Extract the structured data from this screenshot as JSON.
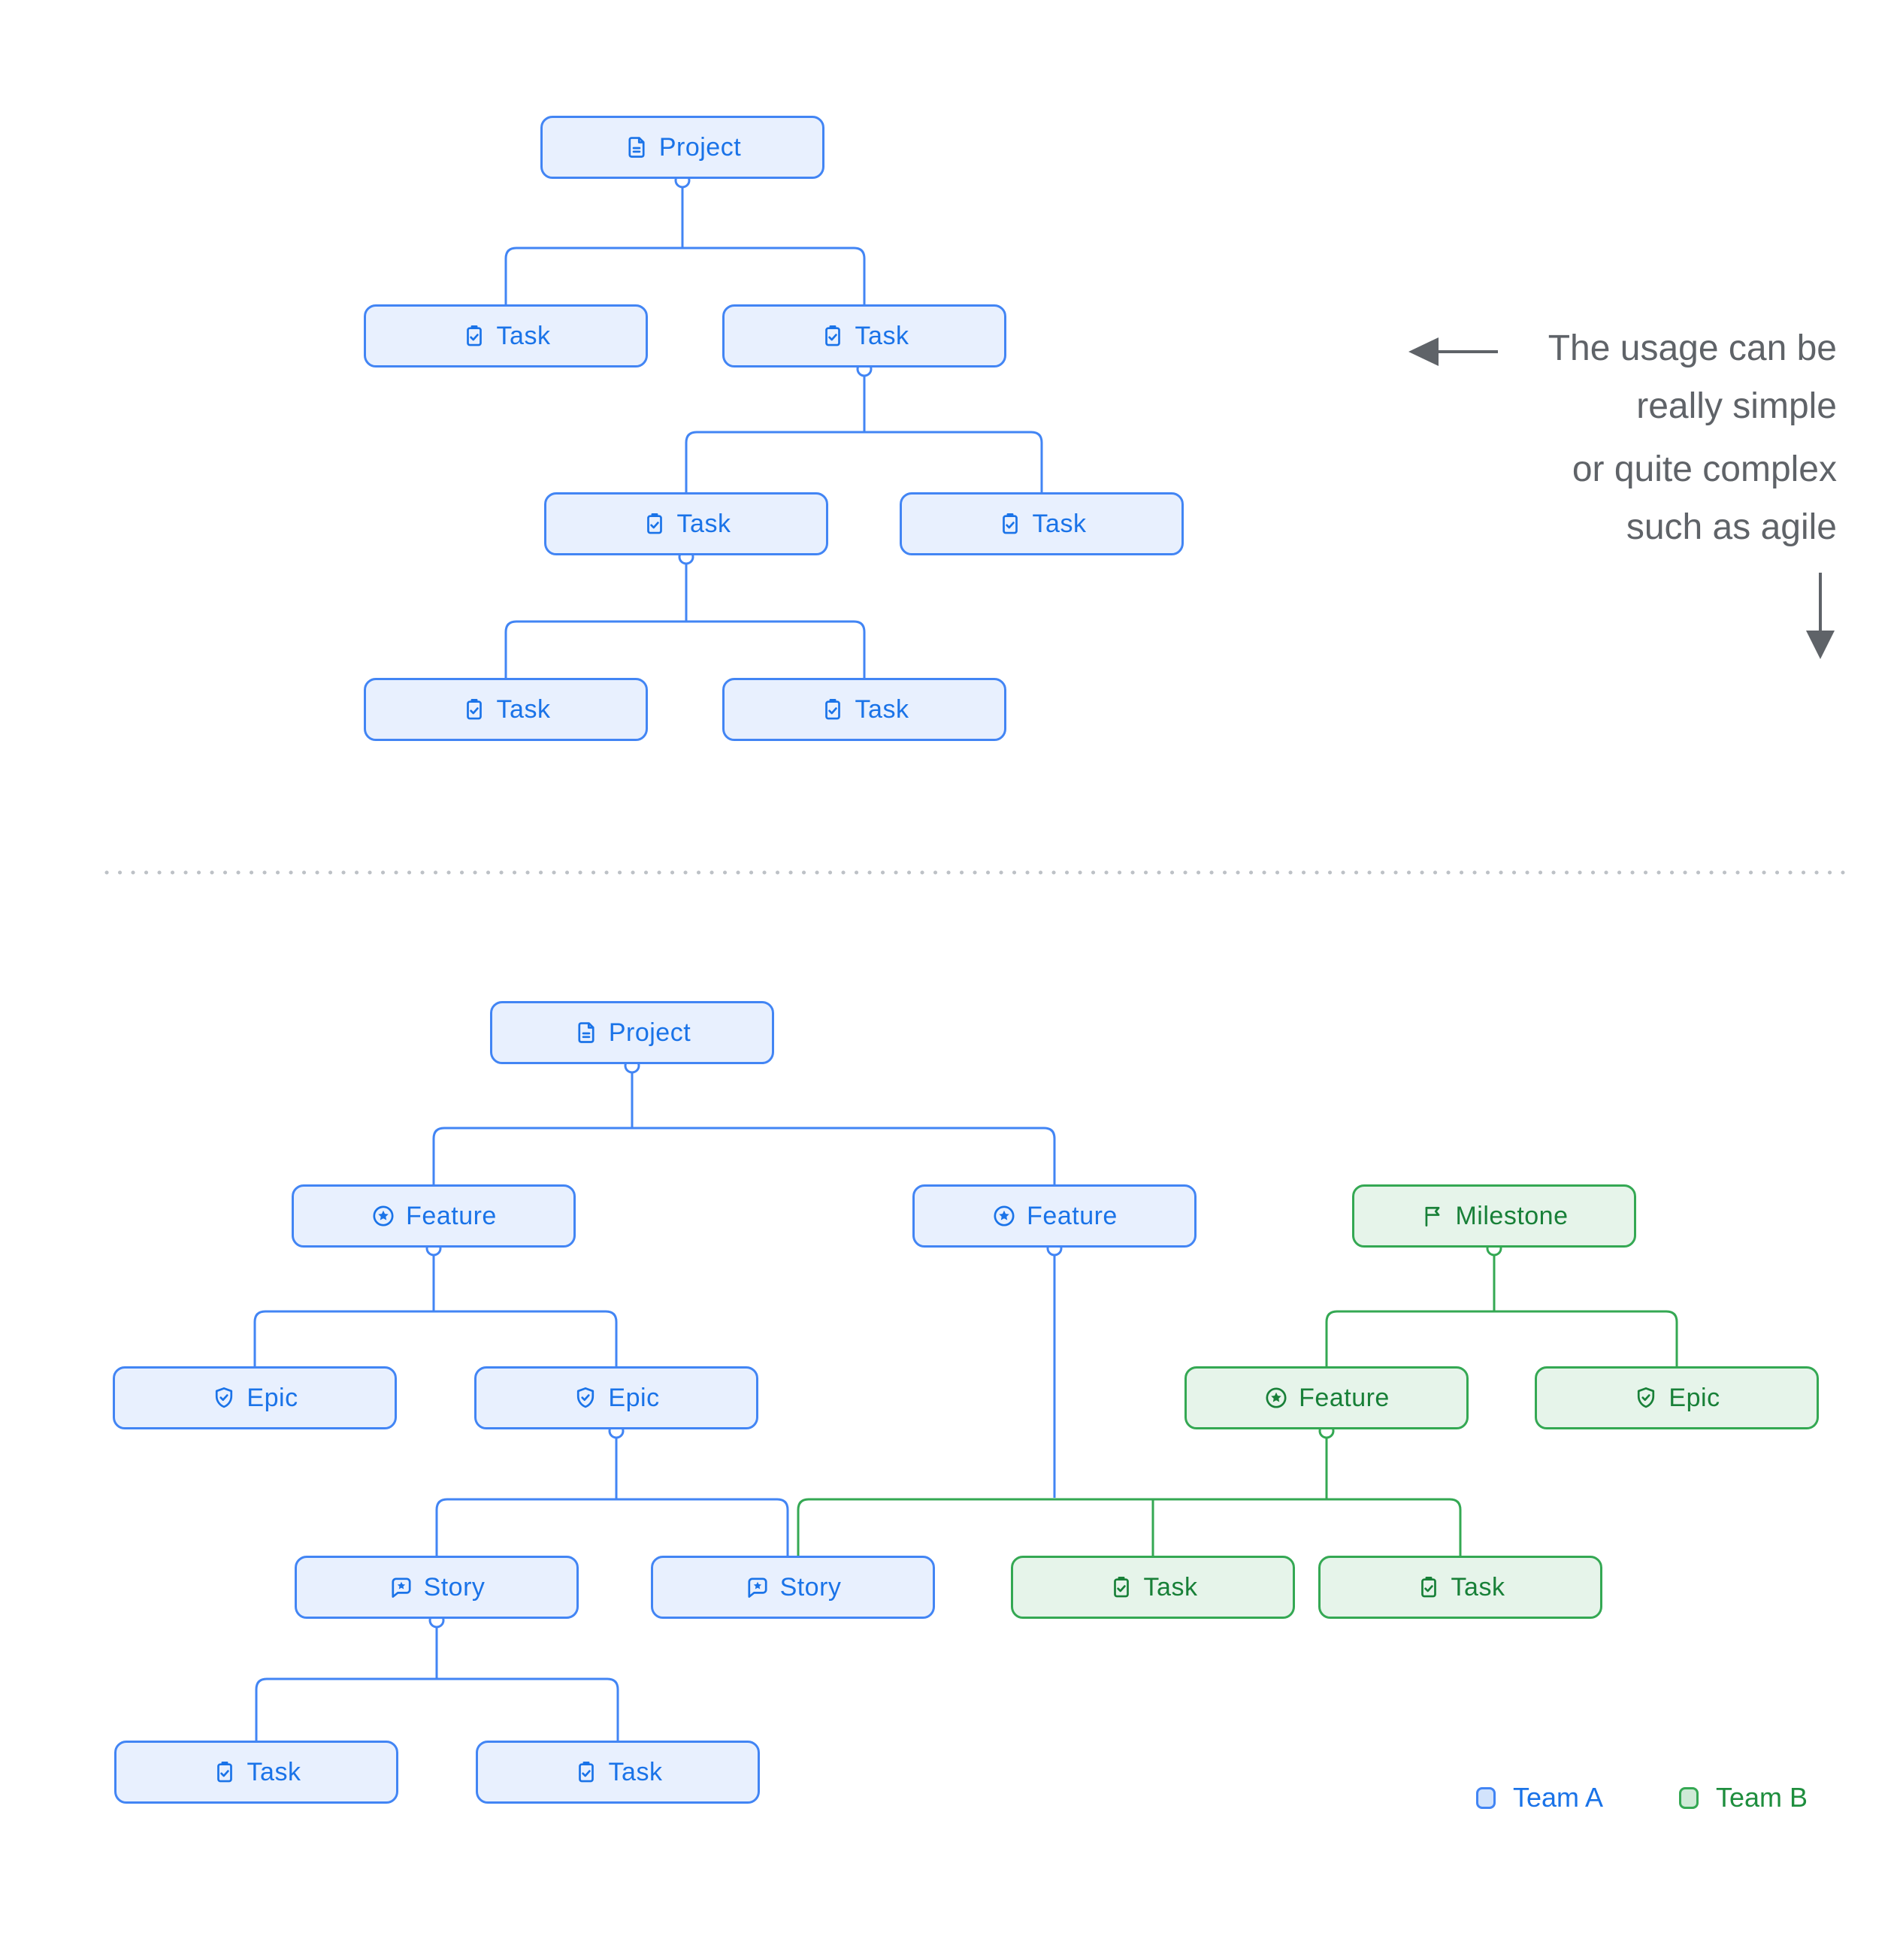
{
  "annotations": {
    "note_simple": {
      "line1": "The usage can be",
      "line2": "really simple"
    },
    "note_complex": {
      "line1": "or quite complex",
      "line2": "such as agile"
    }
  },
  "legend": {
    "team_a": {
      "label": "Team A",
      "color": "#4285f4"
    },
    "team_b": {
      "label": "Team B",
      "color": "#34a853"
    }
  },
  "colors": {
    "team_a_fill": "#e8f0fe",
    "team_a_border": "#4285f4",
    "team_a_text": "#1a73e8",
    "team_b_fill": "#e6f4ea",
    "team_b_border": "#34a853",
    "team_b_text": "#188038",
    "note_text": "#5f6368",
    "divider_dots": "#bdc1c6"
  },
  "simple_tree": {
    "nodes": [
      {
        "id": "project",
        "label": "Project",
        "icon": "project-icon",
        "team": "A"
      },
      {
        "id": "task-1",
        "label": "Task",
        "icon": "task-icon",
        "team": "A"
      },
      {
        "id": "task-2",
        "label": "Task",
        "icon": "task-icon",
        "team": "A"
      },
      {
        "id": "task-3",
        "label": "Task",
        "icon": "task-icon",
        "team": "A"
      },
      {
        "id": "task-4",
        "label": "Task",
        "icon": "task-icon",
        "team": "A"
      },
      {
        "id": "task-5",
        "label": "Task",
        "icon": "task-icon",
        "team": "A"
      },
      {
        "id": "task-6",
        "label": "Task",
        "icon": "task-icon",
        "team": "A"
      }
    ],
    "edges": [
      {
        "from": "project",
        "to": [
          "task-1",
          "task-2"
        ]
      },
      {
        "from": "task-2",
        "to": [
          "task-3",
          "task-4"
        ]
      },
      {
        "from": "task-3",
        "to": [
          "task-5",
          "task-6"
        ]
      }
    ]
  },
  "complex_tree": {
    "nodes": [
      {
        "id": "project",
        "label": "Project",
        "icon": "project-icon",
        "team": "A"
      },
      {
        "id": "feature-1",
        "label": "Feature",
        "icon": "feature-icon",
        "team": "A"
      },
      {
        "id": "feature-2",
        "label": "Feature",
        "icon": "feature-icon",
        "team": "A"
      },
      {
        "id": "milestone",
        "label": "Milestone",
        "icon": "milestone-icon",
        "team": "B"
      },
      {
        "id": "epic-1",
        "label": "Epic",
        "icon": "epic-icon",
        "team": "A"
      },
      {
        "id": "epic-2",
        "label": "Epic",
        "icon": "epic-icon",
        "team": "A"
      },
      {
        "id": "feature-3",
        "label": "Feature",
        "icon": "feature-icon",
        "team": "B"
      },
      {
        "id": "epic-3",
        "label": "Epic",
        "icon": "epic-icon",
        "team": "B"
      },
      {
        "id": "story-1",
        "label": "Story",
        "icon": "story-icon",
        "team": "A"
      },
      {
        "id": "story-2",
        "label": "Story",
        "icon": "story-icon",
        "team": "A"
      },
      {
        "id": "task-g1",
        "label": "Task",
        "icon": "task-icon",
        "team": "B"
      },
      {
        "id": "task-g2",
        "label": "Task",
        "icon": "task-icon",
        "team": "B"
      },
      {
        "id": "task-b1",
        "label": "Task",
        "icon": "task-icon",
        "team": "A"
      },
      {
        "id": "task-b2",
        "label": "Task",
        "icon": "task-icon",
        "team": "A"
      }
    ],
    "edges": [
      {
        "from": "project",
        "to": [
          "feature-1",
          "feature-2"
        ]
      },
      {
        "from": "feature-1",
        "to": [
          "epic-1",
          "epic-2"
        ]
      },
      {
        "from": "milestone",
        "to": [
          "feature-3",
          "epic-3"
        ]
      },
      {
        "from": "epic-2",
        "to": [
          "story-1",
          "story-2"
        ]
      },
      {
        "from": "feature-3",
        "to": [
          "story-2",
          "task-g1",
          "task-g2"
        ]
      },
      {
        "from": "feature-2",
        "to": [
          "story-2",
          "task-g1",
          "task-g2"
        ]
      },
      {
        "from": "story-1",
        "to": [
          "task-b1",
          "task-b2"
        ]
      }
    ]
  }
}
